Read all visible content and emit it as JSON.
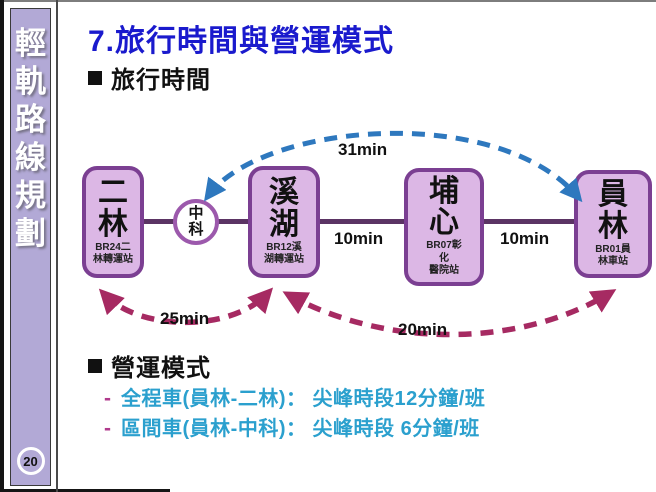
{
  "slide": {
    "title": "7.旅行時間與營運模式",
    "page_number": "20"
  },
  "sidebar": {
    "title": "輕軌路線規劃",
    "title_chars": [
      "輕",
      "軌",
      "路",
      "線",
      "規",
      "劃"
    ]
  },
  "sections": {
    "travel_time": "旅行時間",
    "operation_mode": "營運模式"
  },
  "diagram": {
    "stations": [
      {
        "name": "二林",
        "code": "BR24二\n林轉運站"
      },
      {
        "name": "溪湖",
        "code": "BR12溪\n湖轉運站"
      },
      {
        "name": "埔心",
        "code": "BR07彰\n化\n醫院站"
      },
      {
        "name": "員林",
        "code": "BR01員\n林車站"
      }
    ],
    "interchange": {
      "name": "中科"
    },
    "times": {
      "express_xihu_yuanlin": "31min",
      "segment_xihu_puxin": "10min",
      "segment_puxin_yuanlin": "10min",
      "local_erlin_xihu": "25min",
      "local_xihu_yuanlin": "20min"
    }
  },
  "operation": {
    "items": [
      {
        "bullet": "-",
        "text": "全程車(員林-二林)： 尖峰時段12分鐘/班"
      },
      {
        "bullet": "-",
        "text": "區間車(員林-中科)： 尖峰時段 6分鐘/班"
      }
    ]
  },
  "colors": {
    "title_blue": "#1a1acd",
    "sidebar_purple": "#b2a9d6",
    "station_fill": "#dcb7e5",
    "station_border": "#7b3f92",
    "track_line": "#5b3464",
    "interchange_border": "#9c59ac",
    "express_arrow": "#2e78be",
    "local_arrow": "#a62a62",
    "bullet_magenta": "#b03a8c",
    "operation_text": "#2ba0ce"
  }
}
